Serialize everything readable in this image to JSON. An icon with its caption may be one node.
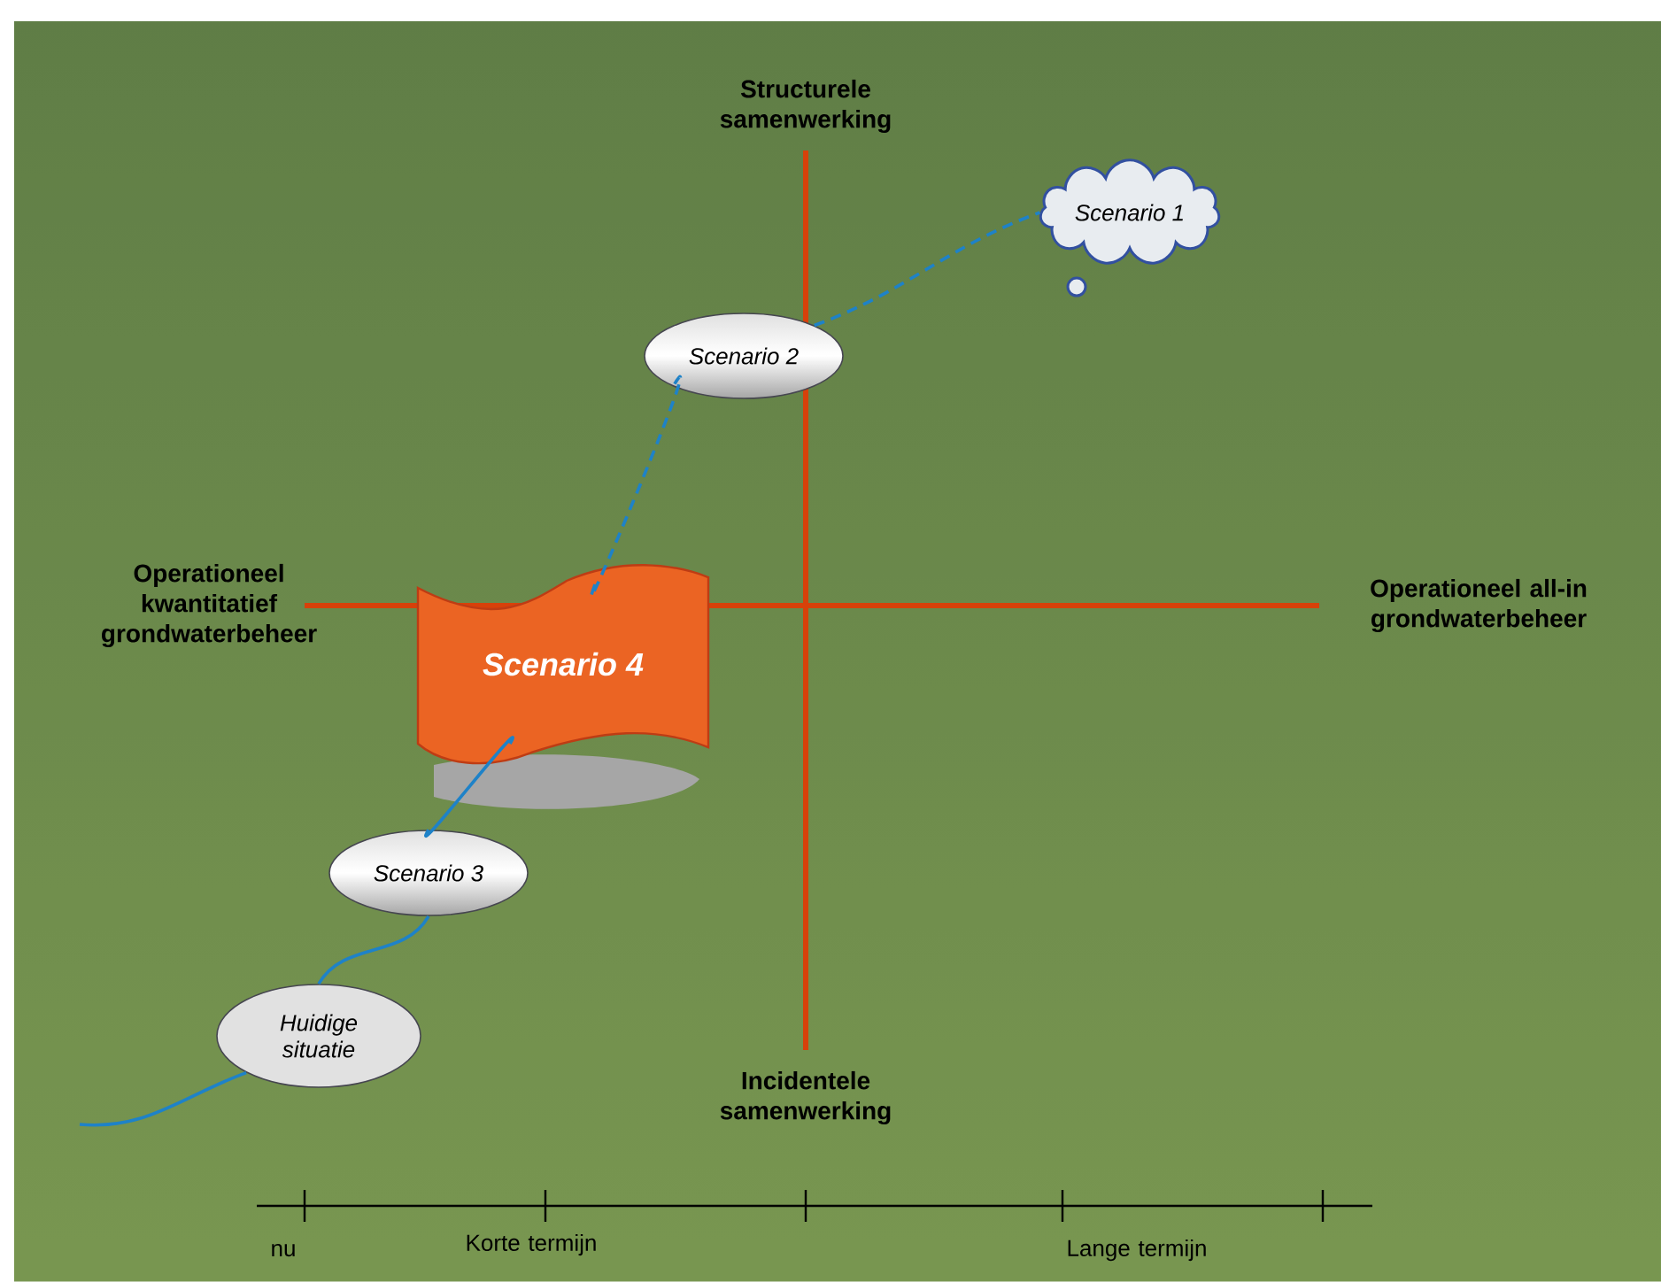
{
  "diagram": {
    "nodes": [
      {
        "text": [
          "Huidige situatie"
        ]
      },
      {
        "text": [
          "Scenario 3"
        ]
      },
      {
        "text": [
          "Scenario 4"
        ]
      },
      {
        "text": [
          "Scenario 2"
        ]
      },
      {
        "text": [
          "Scenario 1"
        ]
      }
    ],
    "edges": [
      {
        "from": null,
        "to": 0,
        "arrow": "none"
      },
      {
        "from": 0,
        "to": 1,
        "arrow": "none"
      },
      {
        "from": 1,
        "to": 2,
        "arrow": "none"
      },
      {
        "from": 2,
        "to": 3,
        "arrow": "none",
        "style": "dashed"
      },
      {
        "from": 3,
        "to": 4,
        "arrow": "none",
        "style": "dashed"
      }
    ],
    "labels": [
      "Structurele samenwerking",
      "Operationeel kwantitatief grondwaterbeheer",
      "Operationeel all-in grondwaterbeheer",
      "Incidentele samenwerking",
      "nu",
      "Korte termijn",
      "Lange termijn"
    ]
  }
}
